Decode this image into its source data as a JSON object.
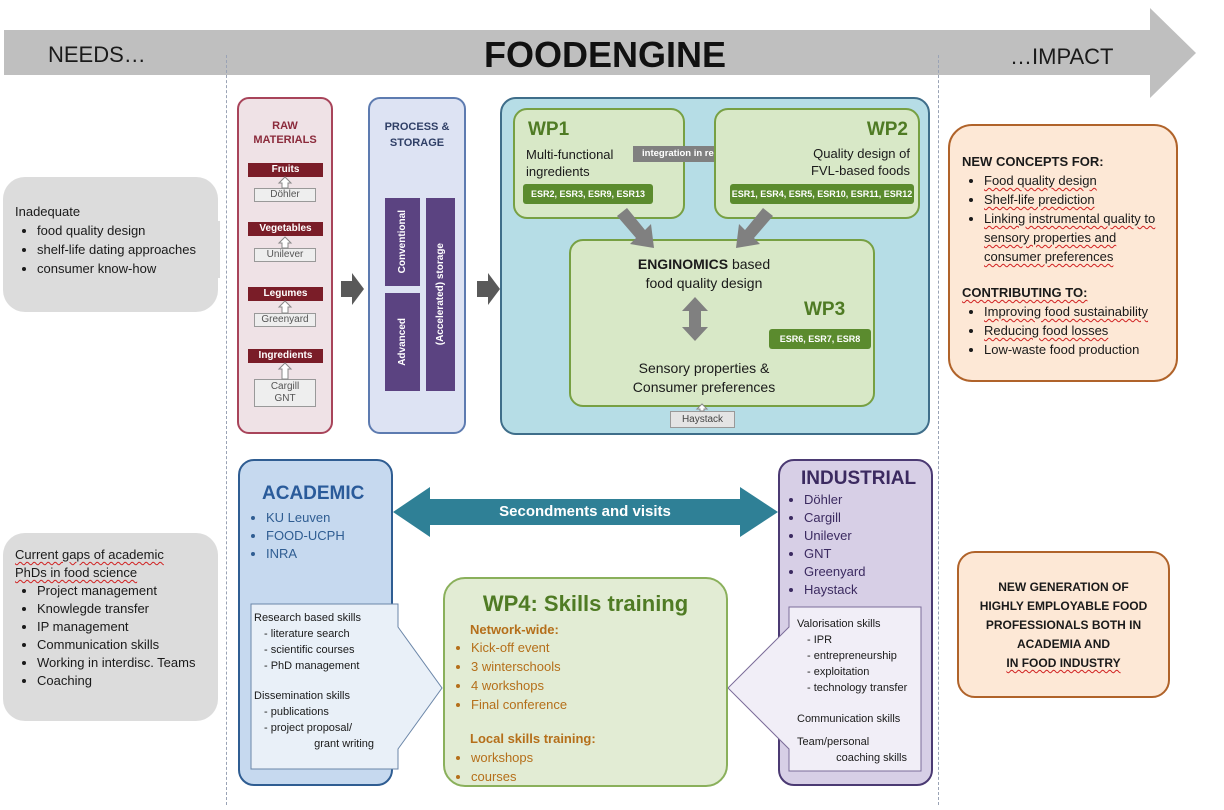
{
  "header": {
    "needs": "NEEDS…",
    "title": "FOODENGINE",
    "impact": "…IMPACT"
  },
  "needs1": {
    "title": "Inadequate",
    "items": [
      "food quality design",
      "shelf-life dating approaches",
      "consumer  know-how"
    ]
  },
  "needs2": {
    "title_line1": "Current gaps of academic",
    "title_line2": "PhDs in food science",
    "items": [
      "Project management",
      "Knowlegde transfer",
      "IP management",
      "Communication skills",
      "Working in interdisc. Teams",
      "Coaching"
    ]
  },
  "raw_materials": {
    "title_line1": "RAW",
    "title_line2": "MATERIALS",
    "groups": [
      {
        "label": "Fruits",
        "suppliers": [
          "Döhler"
        ]
      },
      {
        "label": "Vegetables",
        "suppliers": [
          "Unilever"
        ]
      },
      {
        "label": "Legumes",
        "suppliers": [
          "Greenyard"
        ]
      },
      {
        "label": "Ingredients",
        "suppliers": [
          "Cargill",
          "GNT"
        ]
      }
    ]
  },
  "process": {
    "title_line1": "PROCESS &",
    "title_line2": "STORAGE",
    "conventional": "Conventional",
    "advanced": "Advanced",
    "storage": "(Accelerated) storage"
  },
  "wp1": {
    "title": "WP1",
    "text_line1": "Multi-functional",
    "text_line2": "ingredients",
    "esr": "ESR2, ESR3, ESR9, ESR13"
  },
  "integration": "integration in real products",
  "wp2": {
    "title": "WP2",
    "text_line1": "Quality design of",
    "text_line2": "FVL-based foods",
    "esr": "ESR1, ESR4, ESR5, ESR10, ESR11, ESR12"
  },
  "wp3": {
    "title": "WP3",
    "enginomics": "ENGINOMICS",
    "based": " based",
    "line2": "food quality design",
    "sensory_line1": "Sensory properties &",
    "sensory_line2": "Consumer preferences",
    "esr": "ESR6, ESR7, ESR8"
  },
  "haystack_tag": "Haystack",
  "impact1": {
    "heading1": "NEW CONCEPTS FOR:",
    "items1": [
      "Food quality design",
      "Shelf-life prediction",
      "Linking instrumental quality to sensory properties and consumer preferences"
    ],
    "heading2": "CONTRIBUTING TO:",
    "items2": [
      "Improving food sustainability",
      "Reducing food losses",
      "Low-waste food production"
    ]
  },
  "academic": {
    "title": "ACADEMIC",
    "items": [
      "KU Leuven",
      "FOOD-UCPH",
      "INRA"
    ],
    "skills": [
      "Research based skills",
      "- literature search",
      "- scientific courses",
      "- PhD management",
      "",
      "Dissemination skills",
      "- publications",
      "- project proposal/",
      "grant writing"
    ]
  },
  "secondments": "Secondments and visits",
  "industrial": {
    "title": "INDUSTRIAL",
    "items": [
      "Döhler",
      "Cargill",
      "Unilever",
      "GNT",
      "Greenyard",
      "Haystack"
    ],
    "skills": [
      "Valorisation skills",
      "- IPR",
      "- entrepreneurship",
      "- exploitation",
      "- technology transfer",
      "",
      "Communication skills",
      "",
      "Team/personal",
      "coaching skills"
    ]
  },
  "wp4": {
    "title": "WP4: Skills training",
    "network_heading": "Network-wide:",
    "network_items": [
      "Kick-off event",
      "3 winterschools",
      "4 workshops",
      "Final conference"
    ],
    "local_heading": "Local skills training:",
    "local_items": [
      "workshops",
      "courses"
    ]
  },
  "impact2": {
    "lines": [
      "NEW GENERATION OF",
      "HIGHLY EMPLOYABLE FOOD",
      "PROFESSIONALS BOTH IN",
      "ACADEMIA AND",
      "IN FOOD INDUSTRY"
    ]
  },
  "colors": {
    "arrow_gray": "#bfbfbf",
    "raw_red": "#7a1d28",
    "process_purple": "#5b4381",
    "engine_teal": "#b6dde6",
    "wp_green": "#5b8b2e",
    "secondments_teal": "#2f8096",
    "impact_orange": "#b0632a"
  }
}
